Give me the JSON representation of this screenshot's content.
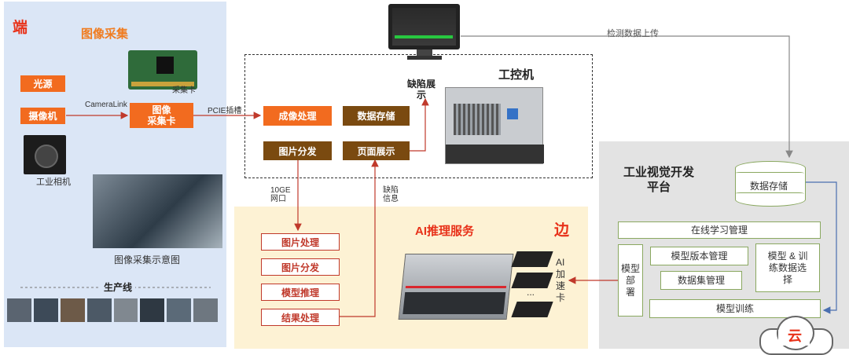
{
  "left": {
    "corner": "端",
    "title": "图像采集",
    "light_source": "光源",
    "camera": "摄像机",
    "camera_link": "CameraLink",
    "capture_card_box": "图像\n采集卡",
    "capture_card_label": "采集卡",
    "industrial_camera": "工业相机",
    "capture_diagram": "图像采集示意图",
    "production_line": "生产线"
  },
  "center": {
    "pcie": "PCIE插槽",
    "monitor_label": "缺陷展\n示",
    "ipc_title": "工控机",
    "imaging": "成像处理",
    "storage": "数据存储",
    "distribute": "图片分发",
    "page_show": "页面展示",
    "net_label": "10GE\n网口",
    "defect_info": "缺陷\n信息",
    "upload": "检测数据上传"
  },
  "edge": {
    "title": "AI推理服务",
    "corner": "边",
    "steps": [
      "图片处理",
      "图片分发",
      "模型推理",
      "结果处理"
    ],
    "ai_card": "AI\n加\n速\n卡",
    "dots": "..."
  },
  "cloud": {
    "title": "工业视觉开发\n平台",
    "db": "数据存储",
    "online": "在线学习管理",
    "deploy": "模型\n部\n署",
    "version": "模型版本管理",
    "dataset": "数据集管理",
    "select": "模型 & 训\n练数据选\n择",
    "train": "模型训练",
    "corner": "云"
  },
  "colors": {
    "orange": "#f26b1f",
    "brown": "#7a4a10",
    "red": "#c0392b",
    "green": "#8aa860"
  }
}
